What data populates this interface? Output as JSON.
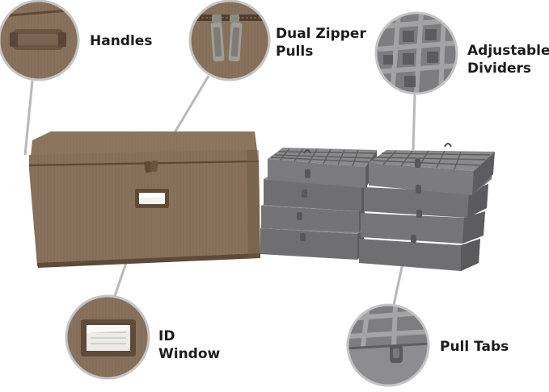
{
  "image": {
    "description_free": true,
    "colors": {
      "background": "#ffffff",
      "box_fabric": "#87705a",
      "box_fabric_dark": "#6e5946",
      "box_trim": "#5e4a38",
      "tray_gray": "#7a7a7c",
      "tray_gray_dark": "#5f5f61",
      "tray_gray_light": "#8f8f91",
      "leader_line": "#b4b4b4",
      "callout_ring": "#c8c8c8",
      "label_text": "#1c1c1c"
    }
  },
  "callouts": [
    {
      "id": "handles",
      "lines": [
        "Handles"
      ]
    },
    {
      "id": "zipper",
      "lines": [
        "Dual Zipper",
        "Pulls"
      ]
    },
    {
      "id": "dividers",
      "lines": [
        "Adjustable",
        "Dividers"
      ]
    },
    {
      "id": "id_window",
      "lines": [
        "ID",
        "Window"
      ]
    },
    {
      "id": "pull_tabs",
      "lines": [
        "Pull Tabs"
      ]
    }
  ]
}
